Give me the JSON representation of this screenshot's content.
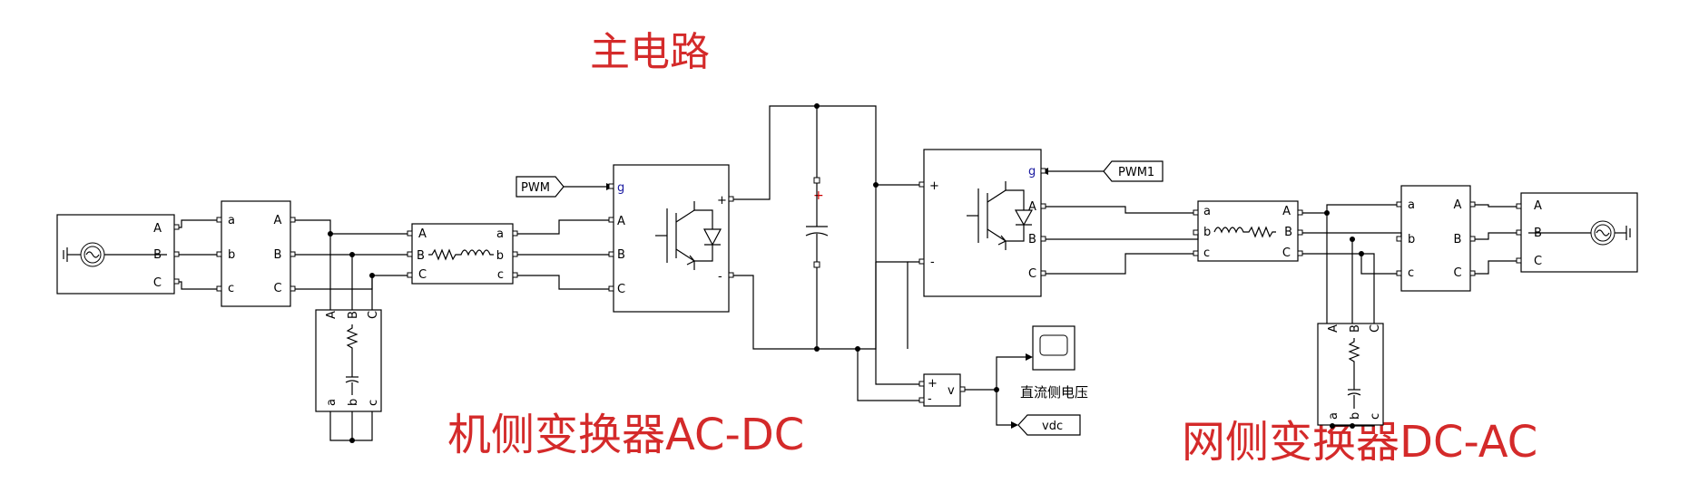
{
  "titles": {
    "main_circuit": "主电路",
    "machine_side": "机侧变换器AC-DC",
    "grid_side": "网侧变换器DC-AC"
  },
  "tags": {
    "pwm": "PWM",
    "pwm1": "PWM1",
    "vdc": "vdc"
  },
  "scope_label": "直流侧电压",
  "vm_label": "v",
  "ports": {
    "upper": [
      "A",
      "B",
      "C"
    ],
    "lower": [
      "a",
      "b",
      "c"
    ],
    "gate": "g",
    "plus": "+",
    "minus": "-"
  },
  "colors": {
    "title": "#d42a2a",
    "gate_label": "#1a1aa0",
    "capacitor_plus": "#cc0000"
  }
}
